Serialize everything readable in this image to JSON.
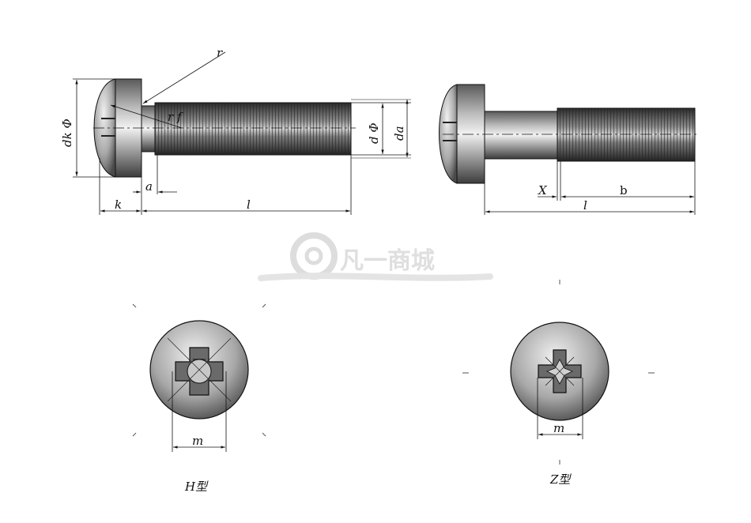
{
  "labels": {
    "r": "r",
    "rf": "r f",
    "dk": "dk Φ",
    "d": "d Φ",
    "da": "da",
    "a": "a",
    "k": "k",
    "l_left": "l",
    "x": "X",
    "b": "b",
    "l_right": "l",
    "m_h": "m",
    "m_z": "m"
  },
  "captions": {
    "h_type": "H型",
    "z_type": "Z型"
  },
  "watermark": {
    "text": "凡一商城"
  },
  "colors": {
    "line": "#111111",
    "metal_dark": "#3a3a3a",
    "metal_mid": "#8a8a8a",
    "metal_light": "#dcdcdc",
    "watermark": "#d9d9d9"
  }
}
